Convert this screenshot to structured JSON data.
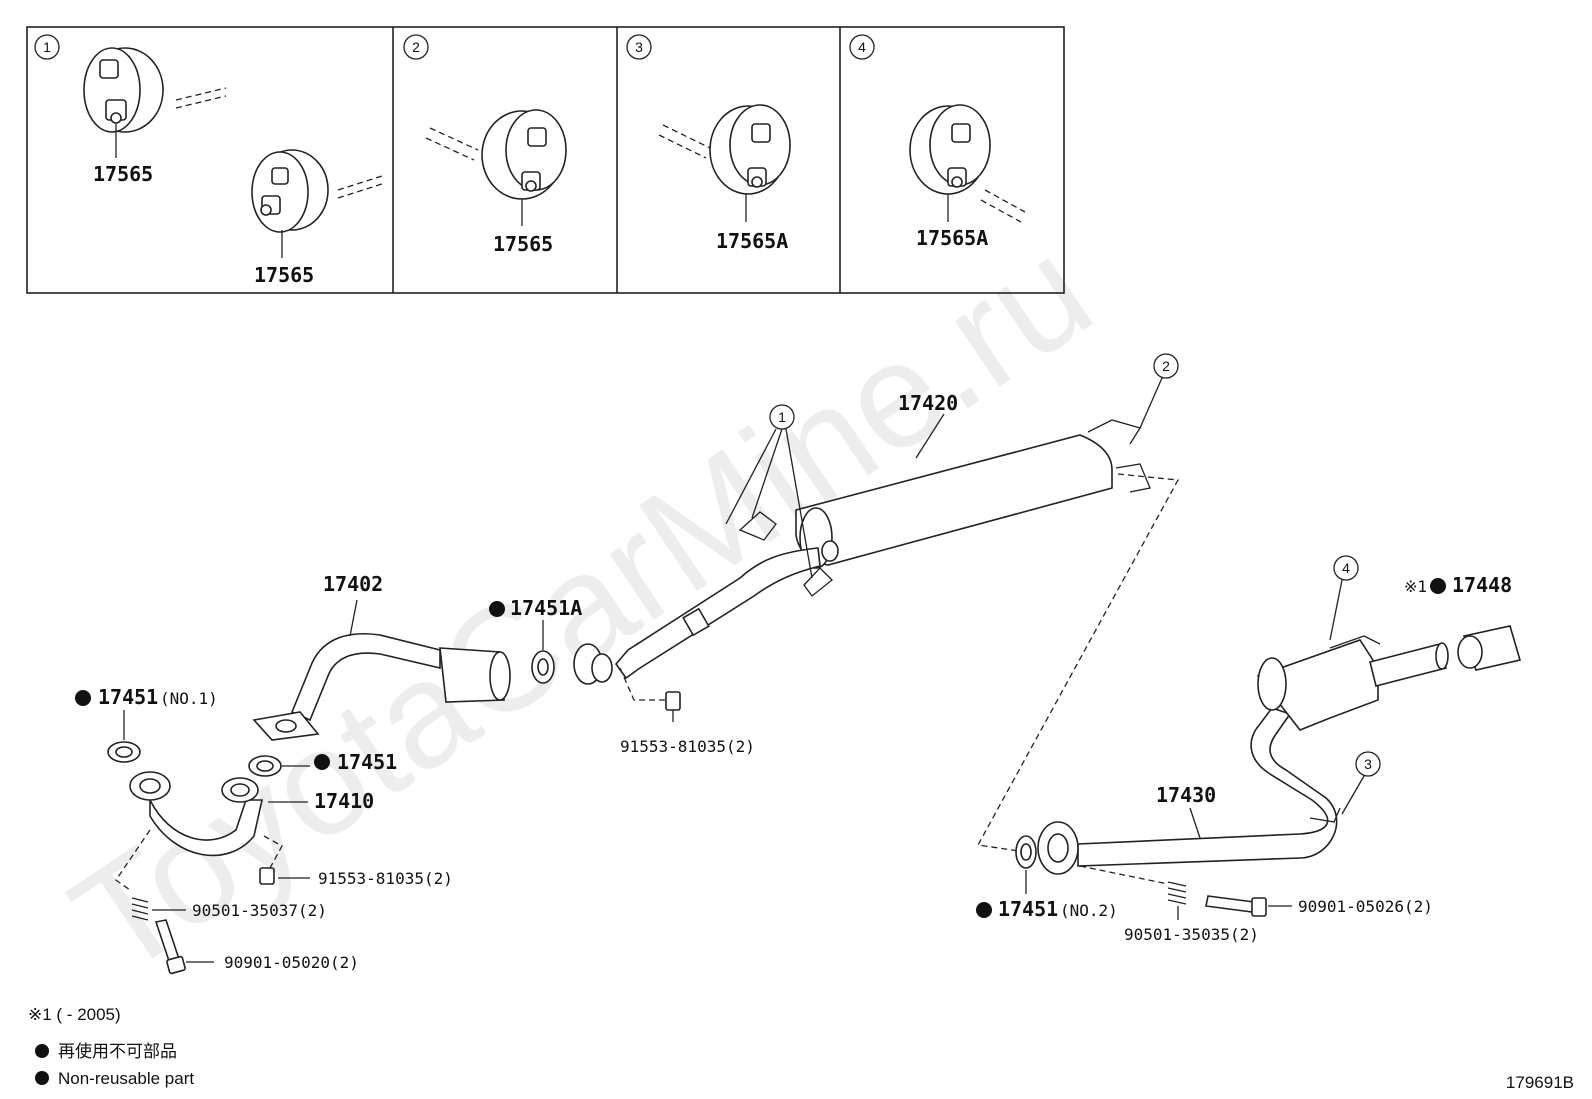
{
  "watermark": "ToyotaCarMine.ru",
  "inset_panels": [
    {
      "index": "1",
      "parts": [
        "17565",
        "17565"
      ]
    },
    {
      "index": "2",
      "parts": [
        "17565"
      ]
    },
    {
      "index": "3",
      "parts": [
        "17565A"
      ]
    },
    {
      "index": "4",
      "parts": [
        "17565A"
      ]
    }
  ],
  "callout_markers": {
    "m1": "1",
    "m2": "2",
    "m3": "3",
    "m4": "4"
  },
  "parts": {
    "p17420": "17420",
    "p17402": "17402",
    "p17451A": "17451A",
    "p17451_no1": "17451",
    "no1_suffix": "(NO.1)",
    "p17451": "17451",
    "p17410": "17410",
    "p91553_a": "91553-81035(2)",
    "p91553_b": "91553-81035(2)",
    "p90501_37": "90501-35037(2)",
    "p90901_20": "90901-05020(2)",
    "p17448": "17448",
    "note_ref": "※1",
    "p17430": "17430",
    "p17451_no2": "17451",
    "no2_suffix": "(NO.2)",
    "p90501_35": "90501-35035(2)",
    "p90901_26": "90901-05026(2)"
  },
  "legend": {
    "footnote": "※1 (      - 2005)",
    "jp": "再使用不可部品",
    "en": "Non-reusable part"
  },
  "diagram_id": "179691B"
}
